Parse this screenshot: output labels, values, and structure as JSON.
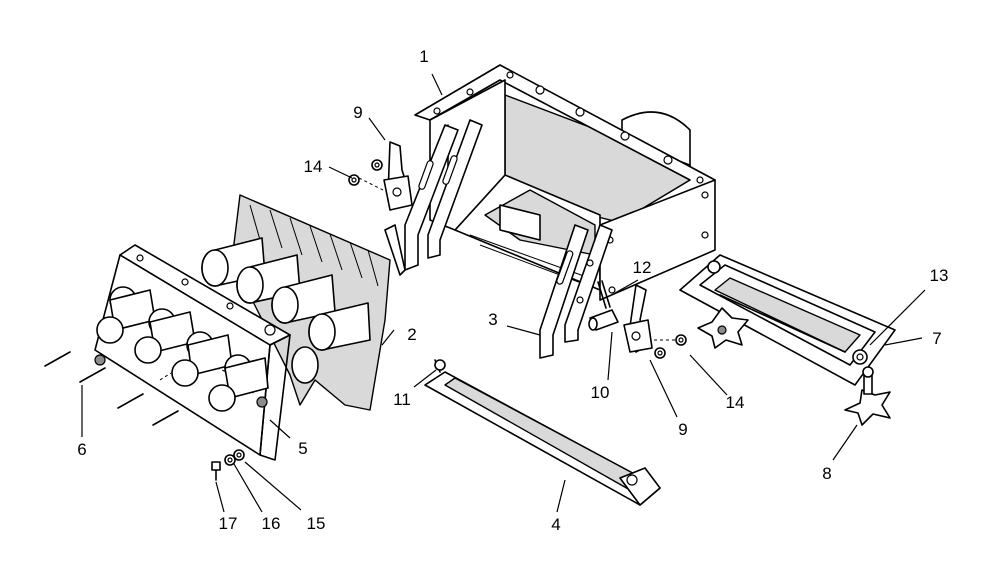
{
  "callouts": [
    {
      "id": "c1",
      "label": "1"
    },
    {
      "id": "c2",
      "label": "2"
    },
    {
      "id": "c3",
      "label": "3"
    },
    {
      "id": "c4",
      "label": "4"
    },
    {
      "id": "c5",
      "label": "5"
    },
    {
      "id": "c6",
      "label": "6"
    },
    {
      "id": "c7",
      "label": "7"
    },
    {
      "id": "c8",
      "label": "8"
    },
    {
      "id": "c9a",
      "label": "9"
    },
    {
      "id": "c9b",
      "label": "9"
    },
    {
      "id": "c10",
      "label": "10"
    },
    {
      "id": "c11",
      "label": "11"
    },
    {
      "id": "c12",
      "label": "12"
    },
    {
      "id": "c13",
      "label": "13"
    },
    {
      "id": "c14a",
      "label": "14"
    },
    {
      "id": "c14b",
      "label": "14"
    },
    {
      "id": "c15",
      "label": "15"
    },
    {
      "id": "c16",
      "label": "16"
    },
    {
      "id": "c17",
      "label": "17"
    }
  ]
}
